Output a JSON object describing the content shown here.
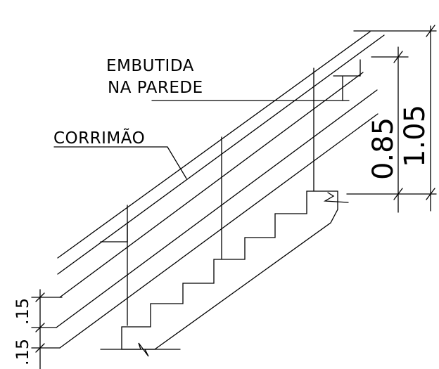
{
  "labels": {
    "embedded_line1": "EMBUTIDA",
    "embedded_line2": "NA PAREDE",
    "handrail": "CORRIMÃO"
  },
  "dimensions": {
    "height_short": "0.85",
    "height_tall": "1.05",
    "height_first": ".15",
    "height_second": ".15"
  },
  "colors": {
    "line": "#000000",
    "concrete_fill": "#e9e9e9",
    "background": "#ffffff"
  }
}
